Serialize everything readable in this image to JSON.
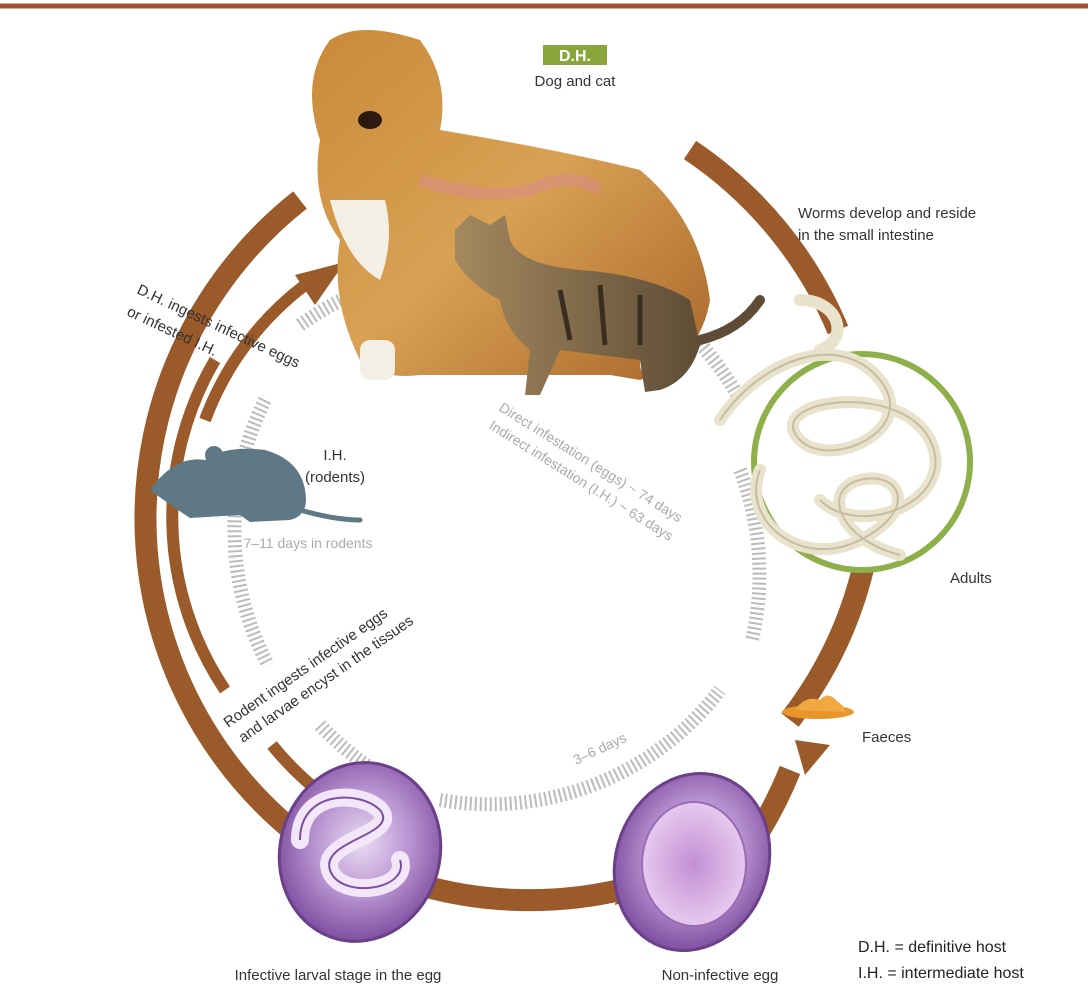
{
  "header": {
    "rule_color": "#a0522d"
  },
  "colors": {
    "cycle_brown": "#9a5a2a",
    "tick_gray": "#b8b8b8",
    "egg_purple": "#a57bc0",
    "adult_ring_green": "#8db04a",
    "faeces_orange": "#e8962c",
    "rodent_blue_gray": "#5f7886"
  },
  "hosts": {
    "definitive_badge": "D.H.",
    "definitive_caption": "Dog and cat",
    "intermediate_line1": "I.H.",
    "intermediate_line2": "(rodents)"
  },
  "stages": {
    "adults_note_line1": "Worms develop and reside",
    "adults_note_line2": "in the small intestine",
    "adults": "Adults",
    "faeces": "Faeces",
    "non_infective_egg": "Non-infective egg",
    "infective_egg": "Infective larval stage in the egg"
  },
  "arrows": {
    "dh_ingests_line1": "D.H. ingests infective eggs",
    "dh_ingests_line2": "or infested I.H.",
    "rodent_ingests_line1": "Rodent ingests infective eggs",
    "rodent_ingests_line2": "and larvae encyst in the tissues"
  },
  "durations": {
    "direct": "Direct infestation (eggs) ~ 74 days",
    "indirect": "Indirect infestation (I.H.) ~ 63 days",
    "rodents": "7–11 days in rodents",
    "egg_development": "3–6 days"
  },
  "legend": {
    "dh": "D.H. = definitive host",
    "ih": "I.H. = intermediate host"
  },
  "icons": [
    "dog-icon",
    "cat-icon",
    "rodent-icon",
    "worms-icon",
    "faeces-icon",
    "egg-icon"
  ]
}
